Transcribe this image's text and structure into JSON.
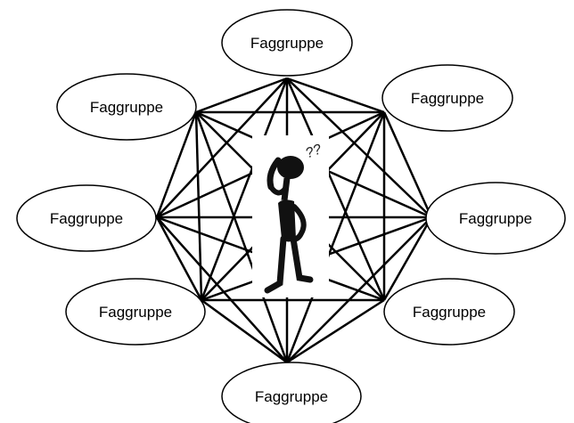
{
  "nodes": [
    {
      "id": "top",
      "label": "Faggruppe"
    },
    {
      "id": "top-right",
      "label": "Faggruppe"
    },
    {
      "id": "right",
      "label": "Faggruppe"
    },
    {
      "id": "bottom-right",
      "label": "Faggruppe"
    },
    {
      "id": "bottom",
      "label": "Faggruppe"
    },
    {
      "id": "bottom-left",
      "label": "Faggruppe"
    },
    {
      "id": "left",
      "label": "Faggruppe"
    },
    {
      "id": "top-left",
      "label": "Faggruppe"
    }
  ],
  "center_figure": {
    "icon": "confused-stick-figure-icon",
    "symbols": "??"
  },
  "colors": {
    "stroke": "#000000",
    "background": "#ffffff"
  }
}
